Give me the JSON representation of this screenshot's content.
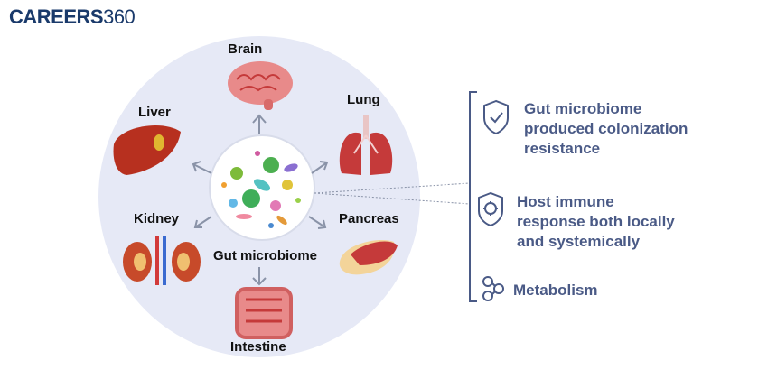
{
  "brand": {
    "name_prefix": "CAREERS",
    "name_number": "360"
  },
  "hub": {
    "label": "Gut microbiome"
  },
  "organs": {
    "brain": "Brain",
    "lung": "Lung",
    "liver": "Liver",
    "kidney": "Kidney",
    "pancreas": "Pancreas",
    "intestine": "Intestine"
  },
  "benefits": {
    "colonization": [
      "Gut microbiome",
      "produced colonization",
      "resistance"
    ],
    "immune": [
      "Host immune",
      "response both locally",
      "and systemically"
    ],
    "metabolism": "Metabolism"
  },
  "colors": {
    "circle_bg": "#e6e9f6",
    "accent": "#4a5a86",
    "arrow": "#8a93a8",
    "organ_red": "#c53a3a",
    "organ_pink": "#e88a8a"
  },
  "icons": {
    "shield": "shield-check-icon",
    "immune": "shield-virus-icon",
    "metabolism": "molecule-icon"
  }
}
